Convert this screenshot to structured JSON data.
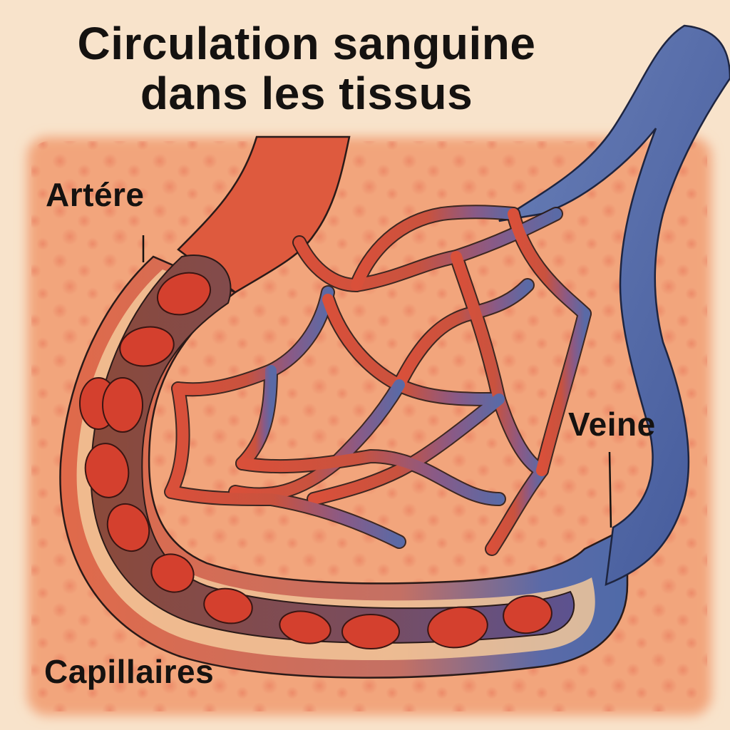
{
  "diagram": {
    "title_line1": "Circulation sanguine",
    "title_line2": "dans les tissus",
    "labels": {
      "artery": "Artére",
      "vein": "Veine",
      "capillaries": "Capillaires"
    },
    "colors": {
      "background": "#f8e3cb",
      "tissue": "#f2a57c",
      "tissue_spots": "#ea8460",
      "artery": "#d9503a",
      "artery_wall": "#f3c89a",
      "vessel_lumen": "#8b4a3a",
      "red_blood_cell": "#d4402e",
      "vein": "#4f6aa8",
      "capillary_mix": "#8a5a86",
      "outline": "#2a1a18",
      "text": "#151210"
    }
  }
}
